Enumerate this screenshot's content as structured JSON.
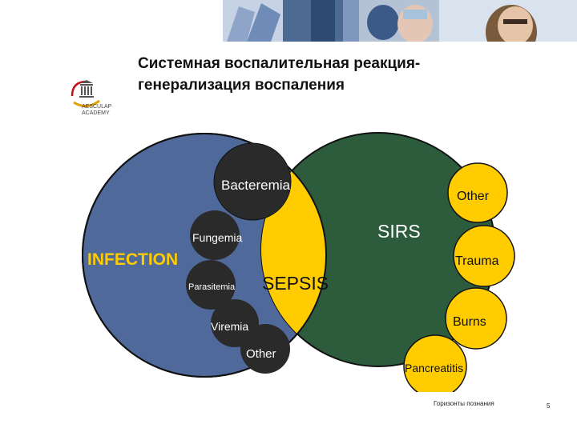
{
  "title": {
    "line1": "Системная воспалительная реакция-",
    "line2": "генерализация воспаления"
  },
  "logo": {
    "line1": "AESCULAP",
    "line2": "ACADEMY"
  },
  "diagram": {
    "infection_label": "INFECTION",
    "sepsis_label": "SEPSIS",
    "sirs_label": "SIRS",
    "infection_items": [
      "Bacteremia",
      "Fungemia",
      "Parasitemia",
      "Viremia",
      "Other"
    ],
    "sirs_items": [
      "Other",
      "Trauma",
      "Burns",
      "Pancreatitis"
    ],
    "colors": {
      "infection": "#4f6a9a",
      "sirs": "#2d5c3d",
      "sepsis": "#ffcc00",
      "black_circles": "#2a2a2a",
      "sirs_circles": "#ffcc00"
    }
  },
  "footer": {
    "note": "Горизонты познания",
    "page": "5"
  }
}
